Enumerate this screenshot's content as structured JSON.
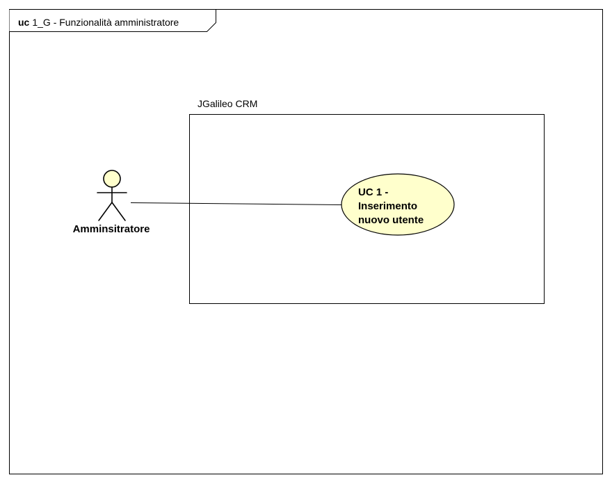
{
  "frame": {
    "keyword": "uc",
    "name": "1_G - Funzionalità amministratore"
  },
  "system": {
    "name": "JGalileo CRM"
  },
  "actor": {
    "name": "Amminsitratore"
  },
  "use_case": {
    "lines": [
      "UC 1 -",
      "Inserimento",
      "nuovo utente"
    ]
  },
  "colors": {
    "use_case_fill": "#ffffcc",
    "actor_head_fill": "#ffffcc",
    "stroke": "#000000",
    "background": "#ffffff"
  }
}
